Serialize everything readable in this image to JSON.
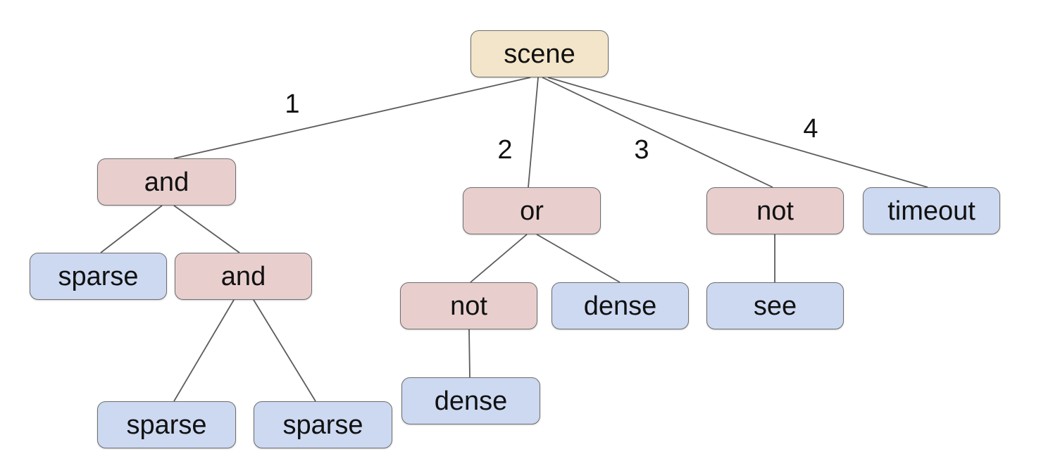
{
  "colors": {
    "background": "#ffffff",
    "root_fill": "#f3e5c9",
    "operator_fill": "#e8cfce",
    "leaf_fill": "#cdd9f1",
    "node_border": "#6e6e6e",
    "edge_stroke": "#5c5c5c",
    "text": "#111111"
  },
  "nodes": {
    "scene": {
      "label": "scene"
    },
    "and_1": {
      "label": "and"
    },
    "or_1": {
      "label": "or"
    },
    "not_r": {
      "label": "not"
    },
    "timeout": {
      "label": "timeout"
    },
    "sparse_1": {
      "label": "sparse"
    },
    "and_2": {
      "label": "and"
    },
    "not_m": {
      "label": "not"
    },
    "dense_1": {
      "label": "dense"
    },
    "see": {
      "label": "see"
    },
    "sparse_2": {
      "label": "sparse"
    },
    "sparse_3": {
      "label": "sparse"
    },
    "dense_2": {
      "label": "dense"
    }
  },
  "edge_labels": {
    "e1": "1",
    "e2": "2",
    "e3": "3",
    "e4": "4"
  },
  "tree": {
    "label": "scene",
    "children": [
      {
        "edge_label": "1",
        "label": "and",
        "children": [
          {
            "label": "sparse"
          },
          {
            "label": "and",
            "children": [
              {
                "label": "sparse"
              },
              {
                "label": "sparse"
              }
            ]
          }
        ]
      },
      {
        "edge_label": "2",
        "label": "or",
        "children": [
          {
            "label": "not",
            "children": [
              {
                "label": "dense"
              }
            ]
          },
          {
            "label": "dense"
          }
        ]
      },
      {
        "edge_label": "3",
        "label": "not",
        "children": [
          {
            "label": "see"
          }
        ]
      },
      {
        "edge_label": "4",
        "label": "timeout"
      }
    ]
  }
}
